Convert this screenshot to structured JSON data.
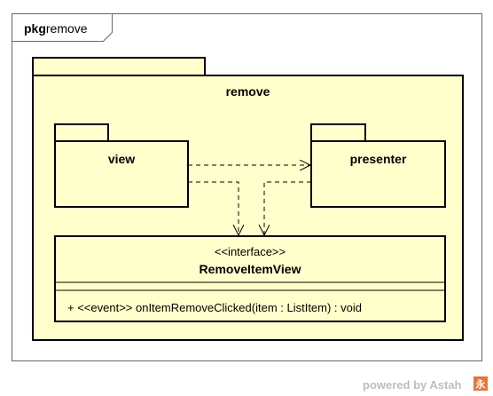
{
  "frame": {
    "keyword": "pkg",
    "name": "remove"
  },
  "outer_package": {
    "name": "remove"
  },
  "packages": {
    "view": {
      "name": "view"
    },
    "presenter": {
      "name": "presenter"
    }
  },
  "interface": {
    "stereotype": "<<interface>>",
    "name": "RemoveItemView",
    "operation": "+ <<event>> onItemRemoveClicked(item : ListItem) : void"
  },
  "footer": {
    "powered_by": "powered by Astah",
    "logo_glyph": "永"
  },
  "colors": {
    "package_fill": "#ffffcc",
    "stroke": "#000000",
    "frame_stroke": "#666666",
    "footer_text": "#bdbdbd",
    "logo": "#e8763a"
  }
}
